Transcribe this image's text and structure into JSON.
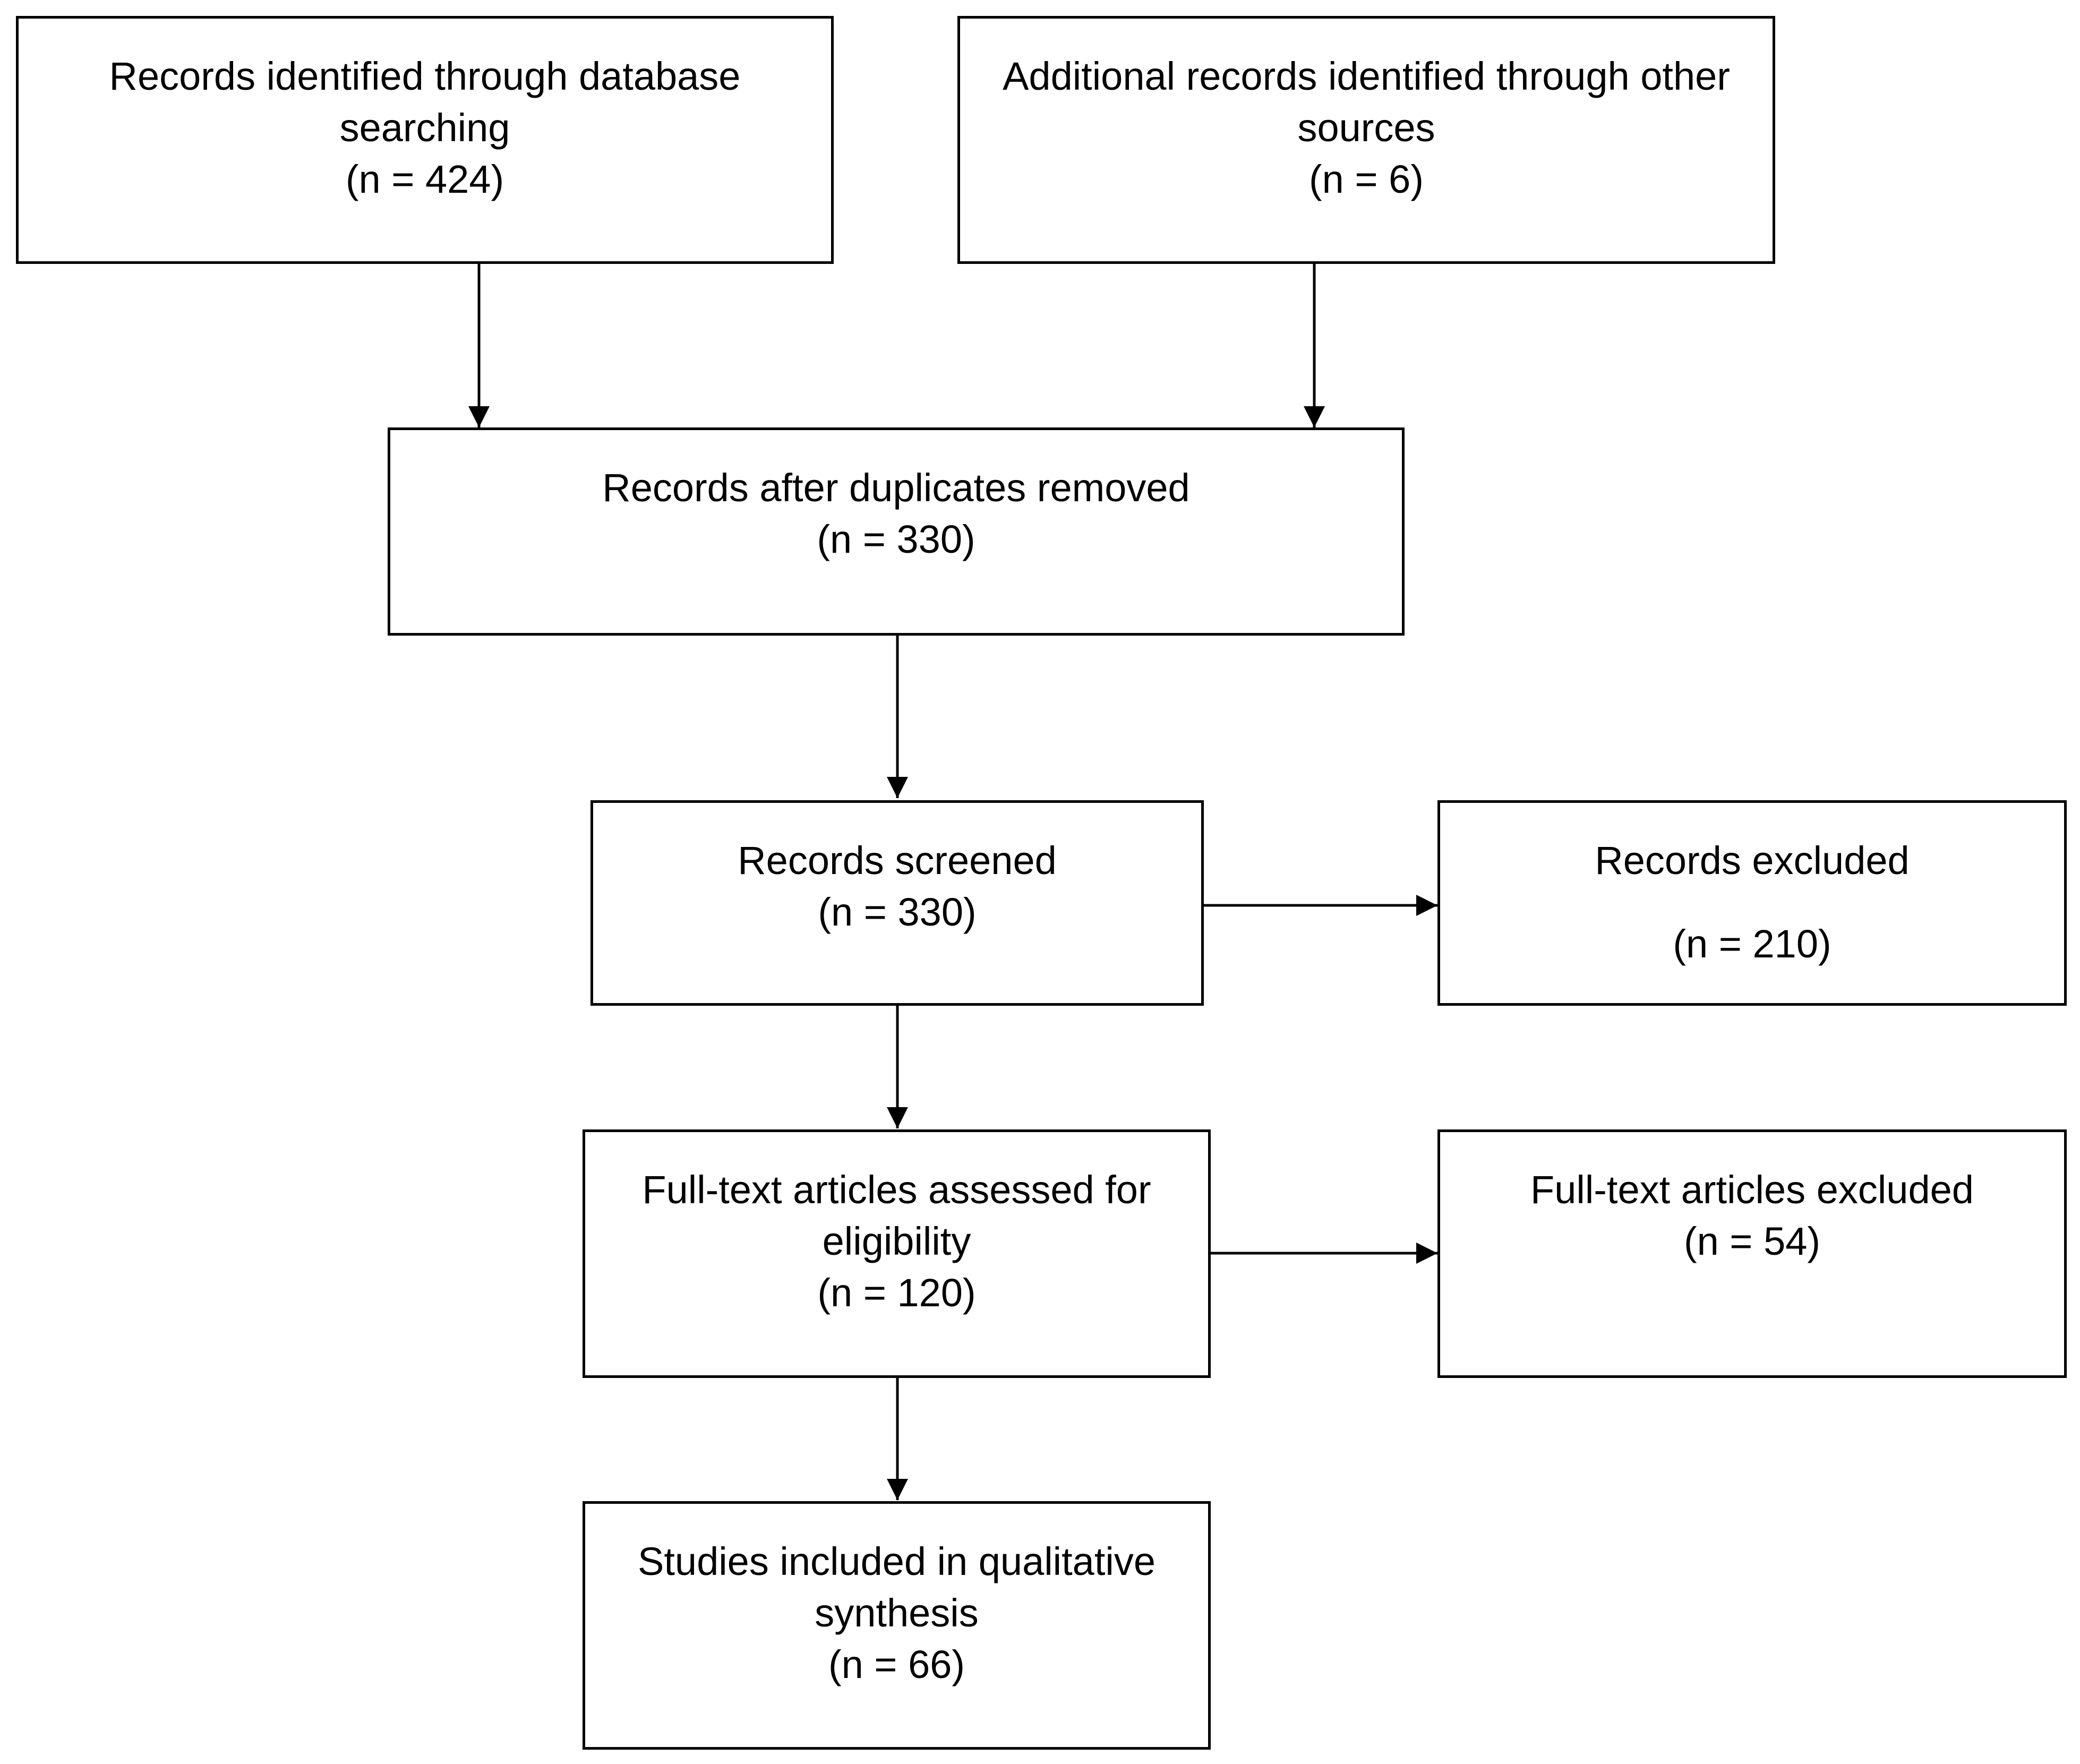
{
  "diagram": {
    "type": "flowchart",
    "boxes": {
      "database_search": {
        "lines": [
          "Records identified through database",
          "searching",
          "(n = 424)"
        ]
      },
      "other_sources": {
        "lines": [
          "Additional  records identified through other",
          "sources",
          "(n = 6)"
        ]
      },
      "duplicates_removed": {
        "lines": [
          "Records after duplicates removed",
          "(n = 330)"
        ]
      },
      "screened": {
        "lines": [
          "Records screened",
          "(n = 330)"
        ]
      },
      "excluded": {
        "lines": [
          "Records excluded",
          "(n = 210)"
        ]
      },
      "fulltext_assessed": {
        "lines": [
          "Full-text articles assessed for",
          "eligibility",
          "(n = 120)"
        ]
      },
      "fulltext_excluded": {
        "lines": [
          "Full-text articles excluded",
          "(n = 54)"
        ]
      },
      "included": {
        "lines": [
          "Studies included in qualitative",
          "synthesis",
          "(n = 66)"
        ]
      }
    },
    "edges": [
      {
        "from": "database_search",
        "to": "duplicates_removed"
      },
      {
        "from": "other_sources",
        "to": "duplicates_removed"
      },
      {
        "from": "duplicates_removed",
        "to": "screened"
      },
      {
        "from": "screened",
        "to": "excluded"
      },
      {
        "from": "screened",
        "to": "fulltext_assessed"
      },
      {
        "from": "fulltext_assessed",
        "to": "fulltext_excluded"
      },
      {
        "from": "fulltext_assessed",
        "to": "included"
      }
    ]
  }
}
